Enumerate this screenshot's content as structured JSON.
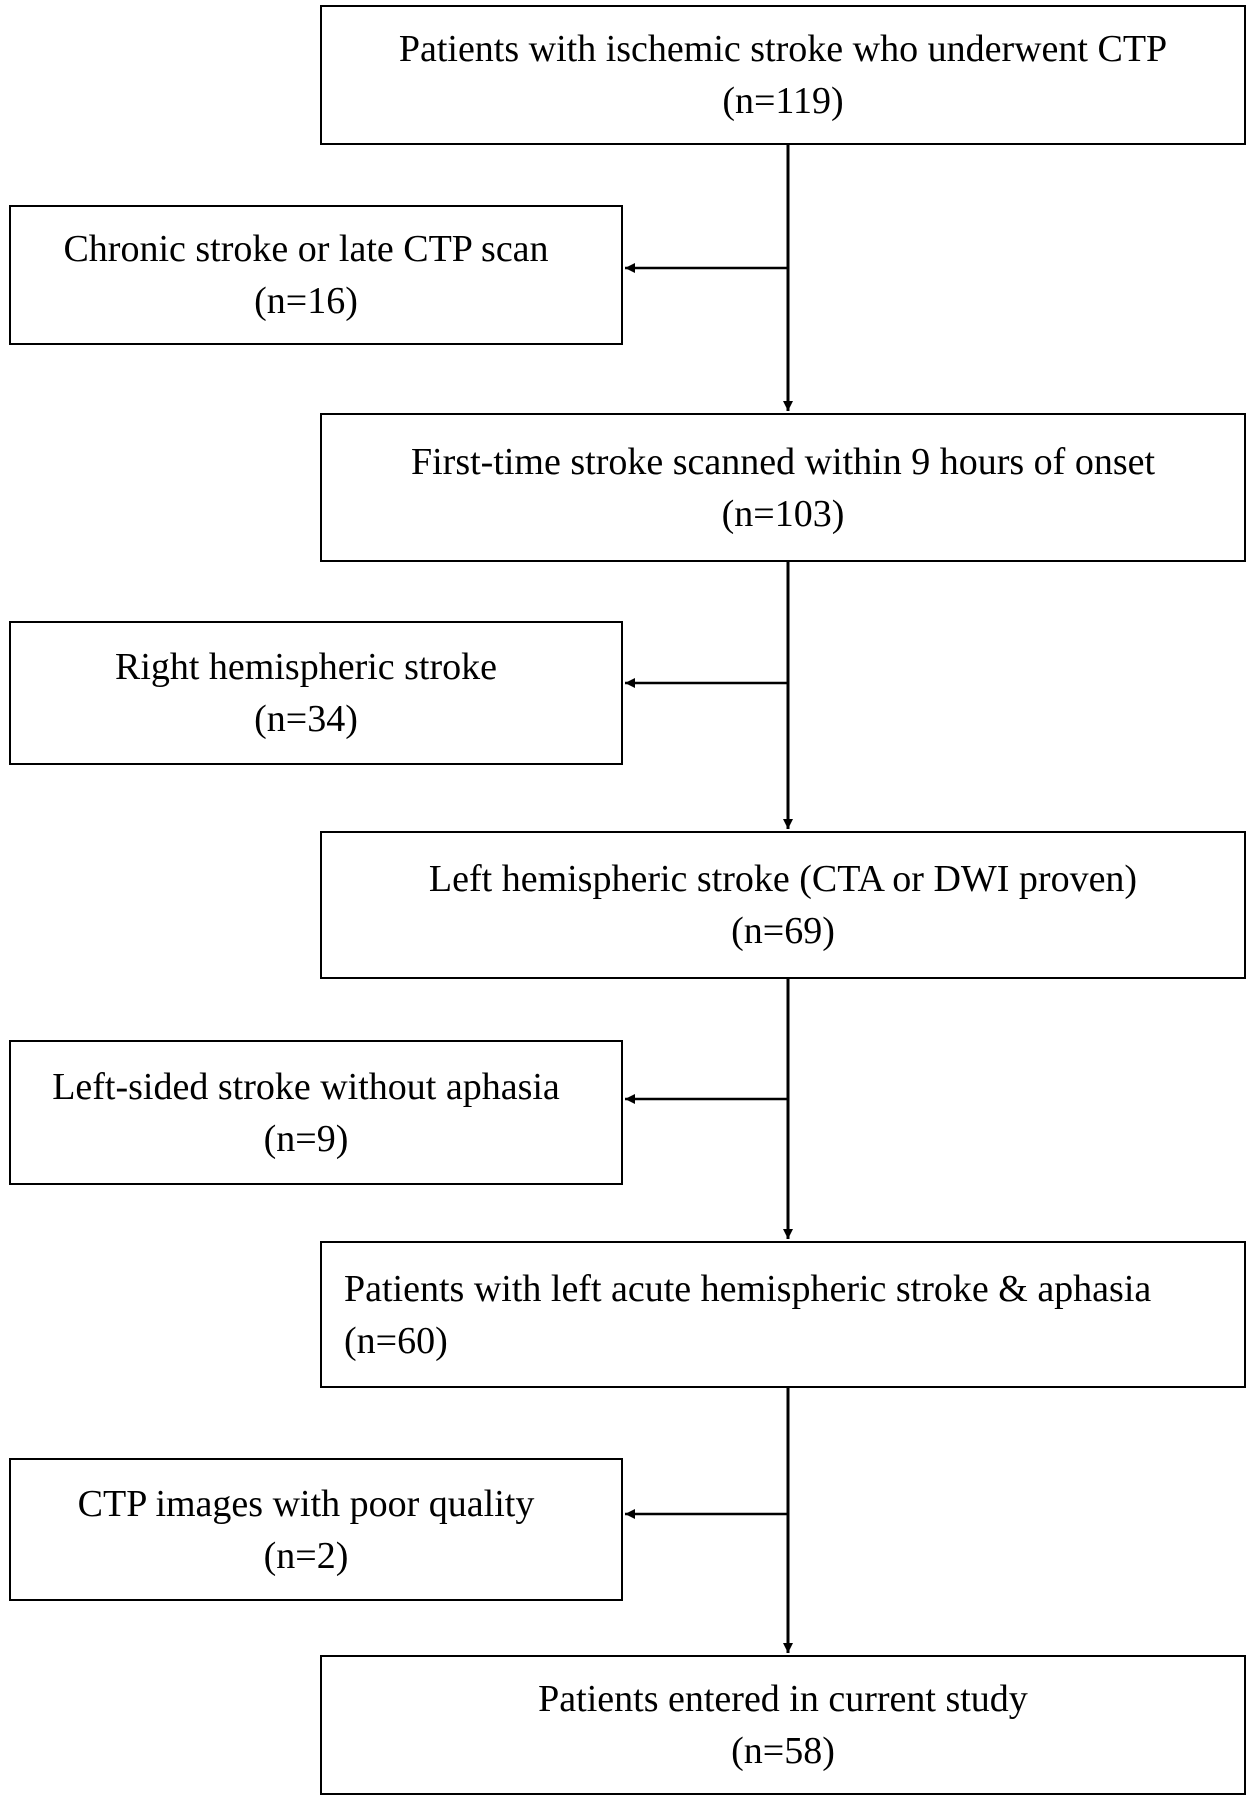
{
  "flow": {
    "steps": [
      {
        "label": "Patients with ischemic stroke who underwent CTP",
        "count": "(n=119)"
      },
      {
        "label": "First-time stroke scanned within 9 hours of onset",
        "count": "(n=103)"
      },
      {
        "label": "Left hemispheric stroke (CTA or DWI proven)",
        "count": "(n=69)"
      },
      {
        "label": "Patients with left acute hemispheric stroke & aphasia",
        "count": "(n=60)"
      },
      {
        "label": "Patients entered in current study",
        "count": "(n=58)"
      }
    ],
    "exclusions": [
      {
        "label": "Chronic stroke or late CTP scan",
        "count": "(n=16)"
      },
      {
        "label": "Right hemispheric stroke",
        "count": "(n=34)"
      },
      {
        "label": "Left-sided stroke without aphasia",
        "count": "(n=9)"
      },
      {
        "label": "CTP images with poor quality",
        "count": "(n=2)"
      }
    ]
  },
  "colors": {
    "line": "#000000",
    "background": "#ffffff"
  }
}
